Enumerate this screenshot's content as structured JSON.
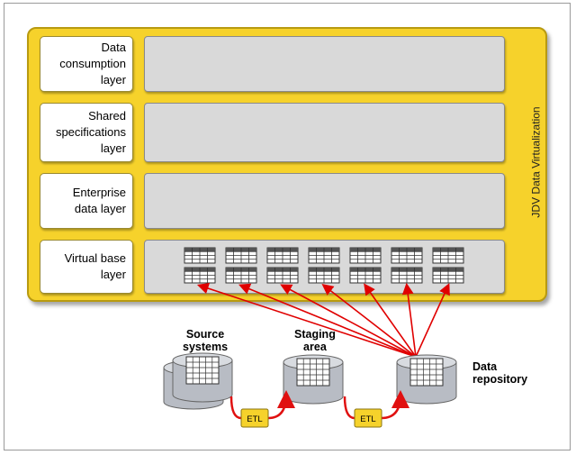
{
  "diagram": {
    "title_vertical": "JDV Data Virtualization",
    "layers": [
      {
        "id": "data-consumption",
        "label": "Data\nconsumption\nlayer"
      },
      {
        "id": "shared-specifications",
        "label": "Shared\nspecifications\nlayer"
      },
      {
        "id": "enterprise-data",
        "label": "Enterprise\ndata layer"
      },
      {
        "id": "virtual-base",
        "label": "Virtual base\nlayer"
      }
    ],
    "virtual_tables": {
      "rows": 2,
      "columns": 7,
      "icon": "table-grid-icon"
    },
    "sources": [
      {
        "id": "source-systems",
        "label": "Source\nsystems",
        "icon": "database-stack-icon"
      },
      {
        "id": "staging-area",
        "label": "Staging\narea",
        "icon": "database-icon"
      },
      {
        "id": "data-repository",
        "label": "Data\nrepository",
        "icon": "database-icon"
      }
    ],
    "etl_steps": [
      {
        "from": "source-systems",
        "to": "staging-area",
        "label": "ETL"
      },
      {
        "from": "staging-area",
        "to": "data-repository",
        "label": "ETL"
      }
    ],
    "mapping": {
      "from": "data-repository",
      "to": "virtual-base-tables",
      "count": 14
    },
    "colors": {
      "outer": "#f6d22b",
      "arrow": "#e00000",
      "etl_box": "#f6d22b",
      "layer": "#d9d9d9"
    }
  }
}
